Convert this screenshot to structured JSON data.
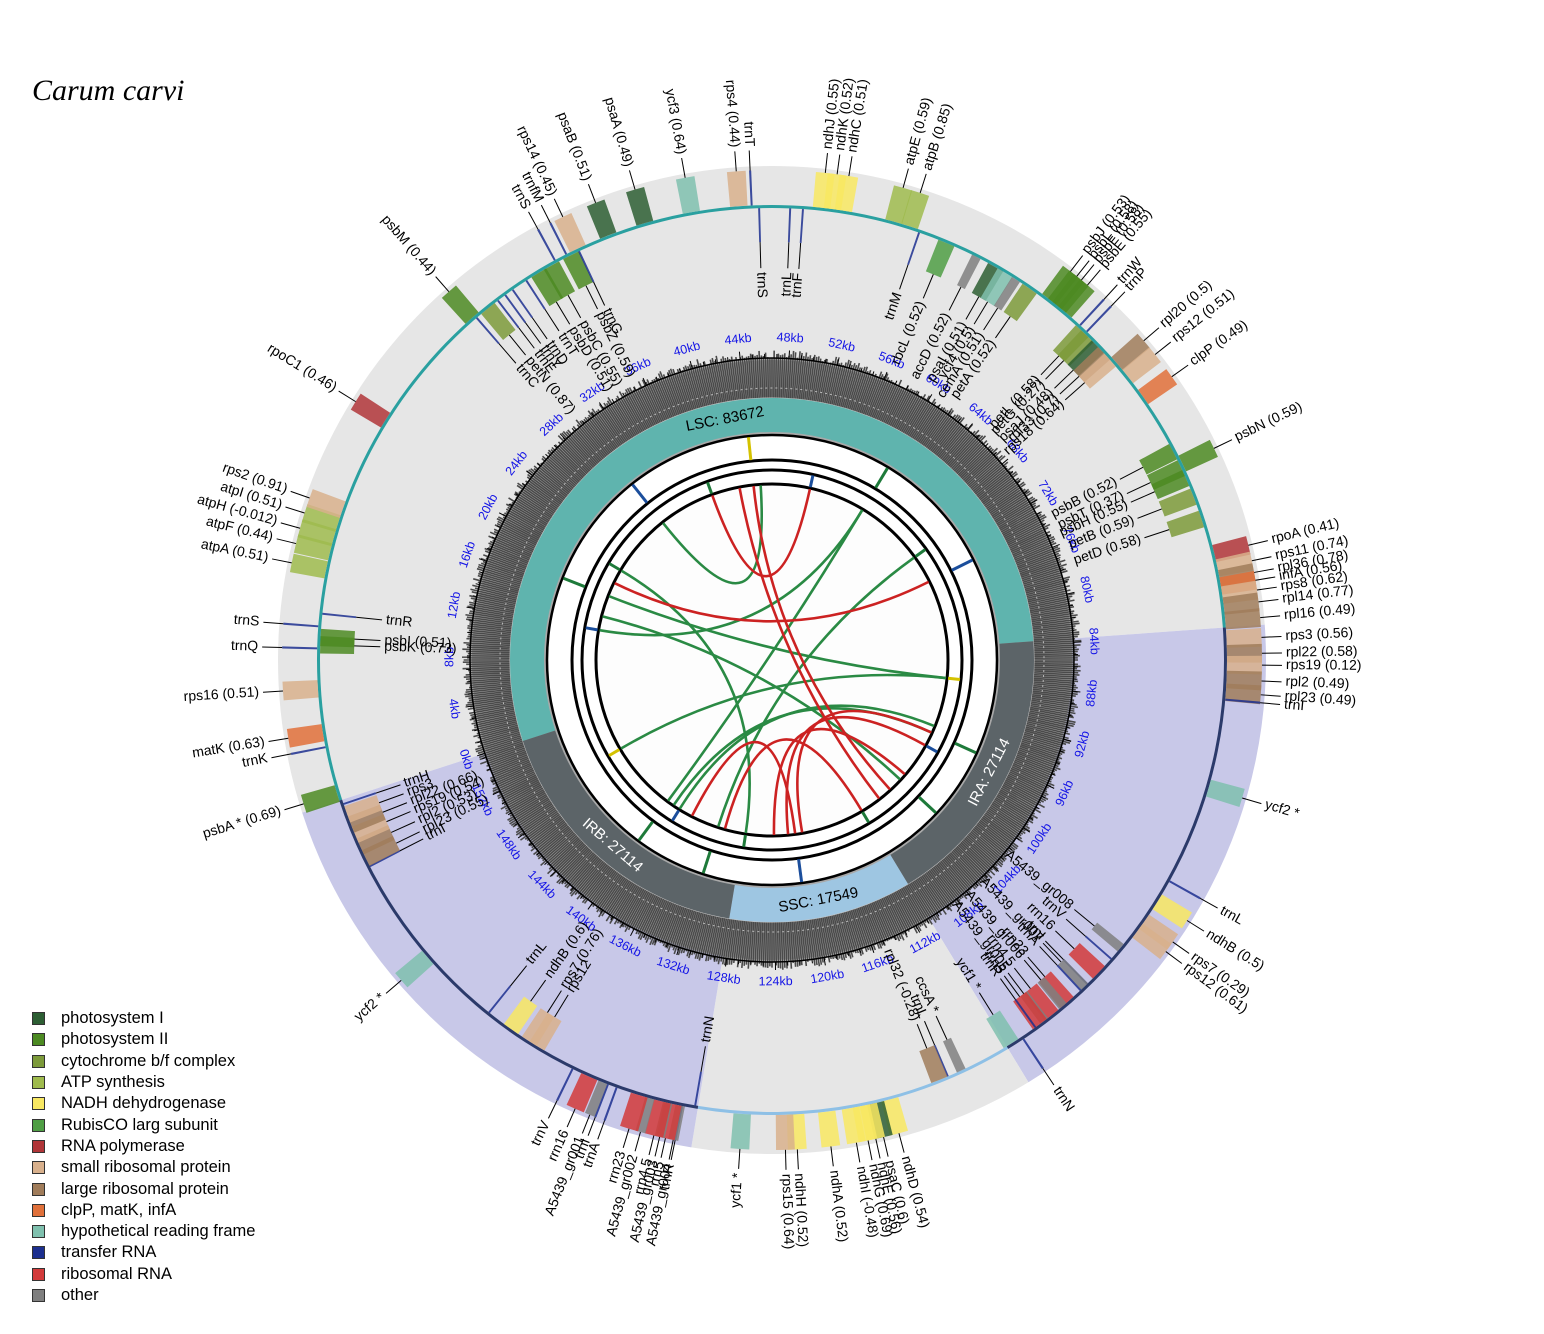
{
  "title": "Carum carvi",
  "genome": {
    "length": 155349,
    "regions": [
      {
        "name": "LSC",
        "label": "LSC: 83672",
        "start": 0,
        "end": 83672
      },
      {
        "name": "IRA",
        "label": "IRA: 27114",
        "start": 83672,
        "end": 110786
      },
      {
        "name": "SSC",
        "label": "SSC: 17549",
        "start": 110786,
        "end": 128335
      },
      {
        "name": "IRB",
        "label": "IRB: 27114",
        "start": 128335,
        "end": 155349
      }
    ]
  },
  "ticks": [
    "0kb",
    "4kb",
    "8kb",
    "12kb",
    "16kb",
    "20kb",
    "24kb",
    "28kb",
    "32kb",
    "36kb",
    "40kb",
    "44kb",
    "48kb",
    "52kb",
    "56kb",
    "60kb",
    "64kb",
    "68kb",
    "72kb",
    "76kb",
    "80kb",
    "84kb",
    "88kb",
    "92kb",
    "96kb",
    "100kb",
    "104kb",
    "108kb",
    "112kb",
    "116kb",
    "120kb",
    "124kb",
    "128kb",
    "132kb",
    "136kb",
    "140kb",
    "144kb",
    "148kb",
    "152kb"
  ],
  "colors": {
    "photosystem I": "#2d5e33",
    "photosystem II": "#4c8a22",
    "cytochrome b/f complex": "#7c9a3a",
    "ATP synthesis": "#9fbb4d",
    "NADH dehydrogenase": "#f8e862",
    "RubisCO larg subunit": "#4f9e44",
    "RNA polymerase": "#b03538",
    "small ribosomal protein": "#d8b08c",
    "large ribosomal protein": "#a07c5a",
    "clpP, matK, infA": "#e0703a",
    "hypothetical reading frame": "#7fc0ae",
    "transfer RNA": "#1c2f8f",
    "ribosomal RNA": "#d23a3a",
    "other": "#7f7f7f"
  },
  "legend": [
    "photosystem I",
    "photosystem II",
    "cytochrome b/f complex",
    "ATP synthesis",
    "NADH dehydrogenase",
    "RubisCO larg subunit",
    "RNA polymerase",
    "small ribosomal protein",
    "large ribosomal protein",
    "clpP, matK, infA",
    "hypothetical reading frame",
    "transfer RNA",
    "ribosomal RNA",
    "other"
  ],
  "genes": [
    {
      "label": "trnH",
      "pos": 155100,
      "ring": "out",
      "cat": "transfer RNA"
    },
    {
      "label": "psbA * (0.69)",
      "pos": 400,
      "ring": "in",
      "cat": "photosystem II"
    },
    {
      "label": "trnK",
      "pos": 3000,
      "ring": "in",
      "cat": "transfer RNA"
    },
    {
      "label": "matK (0.63)",
      "pos": 3800,
      "ring": "in",
      "cat": "clpP, matK, infA"
    },
    {
      "label": "rps16 (0.51)",
      "pos": 6200,
      "ring": "in",
      "cat": "small ribosomal protein"
    },
    {
      "label": "trnQ",
      "pos": 8400,
      "ring": "in",
      "cat": "transfer RNA"
    },
    {
      "label": "trnS",
      "pos": 9600,
      "ring": "in",
      "cat": "transfer RNA"
    },
    {
      "label": "psbI (0.51)",
      "pos": 9000,
      "ring": "out",
      "cat": "photosystem II"
    },
    {
      "label": "psbK (0.73)",
      "pos": 8600,
      "ring": "out",
      "cat": "photosystem II"
    },
    {
      "label": "trnR",
      "pos": 10300,
      "ring": "out",
      "cat": "transfer RNA"
    },
    {
      "label": "atpA (0.51)",
      "pos": 12700,
      "ring": "in",
      "cat": "ATP synthesis"
    },
    {
      "label": "atpF (0.44)",
      "pos": 13700,
      "ring": "in",
      "cat": "ATP synthesis"
    },
    {
      "label": "atpH (-0.012)",
      "pos": 14500,
      "ring": "in",
      "cat": "ATP synthesis"
    },
    {
      "label": "atpI (0.51)",
      "pos": 15300,
      "ring": "in",
      "cat": "ATP synthesis"
    },
    {
      "label": "rps2 (0.91)",
      "pos": 16100,
      "ring": "in",
      "cat": "small ribosomal protein"
    },
    {
      "label": "rpoC1 (0.46)",
      "pos": 21500,
      "ring": "in",
      "cat": "RNA polymerase"
    },
    {
      "label": "psbM (0.44)",
      "pos": 28800,
      "ring": "in",
      "cat": "photosystem II"
    },
    {
      "label": "trnC",
      "pos": 29000,
      "ring": "out",
      "cat": "transfer RNA"
    },
    {
      "label": "petN (0.87)",
      "pos": 29800,
      "ring": "out",
      "cat": "cytochrome b/f complex"
    },
    {
      "label": "trnE",
      "pos": 30500,
      "ring": "out",
      "cat": "transfer RNA"
    },
    {
      "label": "trnY",
      "pos": 31000,
      "ring": "out",
      "cat": "transfer RNA"
    },
    {
      "label": "trnD",
      "pos": 31500,
      "ring": "out",
      "cat": "transfer RNA"
    },
    {
      "label": "trnT",
      "pos": 32400,
      "ring": "out",
      "cat": "transfer RNA"
    },
    {
      "label": "psbD (0.51)",
      "pos": 33200,
      "ring": "out",
      "cat": "photosystem II"
    },
    {
      "label": "psbC (0.55)",
      "pos": 34000,
      "ring": "out",
      "cat": "photosystem II"
    },
    {
      "label": "psbZ (0.59)",
      "pos": 35200,
      "ring": "out",
      "cat": "photosystem II"
    },
    {
      "label": "trnG",
      "pos": 35700,
      "ring": "out",
      "cat": "transfer RNA"
    },
    {
      "label": "trnS",
      "pos": 34300,
      "ring": "in",
      "cat": "transfer RNA"
    },
    {
      "label": "trnfM",
      "pos": 35000,
      "ring": "in",
      "cat": "transfer RNA"
    },
    {
      "label": "rps14 (0.45)",
      "pos": 35700,
      "ring": "in",
      "cat": "small ribosomal protein"
    },
    {
      "label": "psaB (0.51)",
      "pos": 37500,
      "ring": "in",
      "cat": "photosystem I"
    },
    {
      "label": "psaA (0.49)",
      "pos": 39600,
      "ring": "in",
      "cat": "photosystem I"
    },
    {
      "label": "ycf3 (0.64)",
      "pos": 42200,
      "ring": "in",
      "cat": "hypothetical reading frame"
    },
    {
      "label": "rps4 (0.44)",
      "pos": 44800,
      "ring": "in",
      "cat": "small ribosomal protein"
    },
    {
      "label": "trnT",
      "pos": 45500,
      "ring": "in",
      "cat": "transfer RNA"
    },
    {
      "label": "trnS",
      "pos": 45900,
      "ring": "out",
      "cat": "transfer RNA"
    },
    {
      "label": "trnL",
      "pos": 47600,
      "ring": "out",
      "cat": "transfer RNA"
    },
    {
      "label": "trnF",
      "pos": 48300,
      "ring": "out",
      "cat": "transfer RNA"
    },
    {
      "label": "ndhJ (0.55)",
      "pos": 49300,
      "ring": "in",
      "cat": "NADH dehydrogenase"
    },
    {
      "label": "ndhK (0.52)",
      "pos": 49900,
      "ring": "in",
      "cat": "NADH dehydrogenase"
    },
    {
      "label": "ndhC (0.51)",
      "pos": 50500,
      "ring": "in",
      "cat": "NADH dehydrogenase"
    },
    {
      "label": "atpE (0.59)",
      "pos": 53300,
      "ring": "in",
      "cat": "ATP synthesis"
    },
    {
      "label": "atpB (0.85)",
      "pos": 54200,
      "ring": "in",
      "cat": "ATP synthesis"
    },
    {
      "label": "trnM",
      "pos": 54800,
      "ring": "out",
      "cat": "transfer RNA"
    },
    {
      "label": "rbcL (0.52)",
      "pos": 56400,
      "ring": "out",
      "cat": "RubisCO larg subunit"
    },
    {
      "label": "accD (0.52)",
      "pos": 58200,
      "ring": "out",
      "cat": "other"
    },
    {
      "label": "psaI (0.51)",
      "pos": 59400,
      "ring": "out",
      "cat": "photosystem I"
    },
    {
      "label": "ycf4 (0.5)",
      "pos": 60000,
      "ring": "out",
      "cat": "hypothetical reading frame"
    },
    {
      "label": "cemA (0.51)",
      "pos": 60700,
      "ring": "out",
      "cat": "other"
    },
    {
      "label": "petA (0.52)",
      "pos": 61600,
      "ring": "out",
      "cat": "cytochrome b/f complex"
    },
    {
      "label": "psbJ (0.53)",
      "pos": 62800,
      "ring": "in",
      "cat": "photosystem II"
    },
    {
      "label": "psbL (0.58)",
      "pos": 63200,
      "ring": "in",
      "cat": "photosystem II"
    },
    {
      "label": "psbF (0.58)",
      "pos": 63500,
      "ring": "in",
      "cat": "photosystem II"
    },
    {
      "label": "psbE (0.55)",
      "pos": 63900,
      "ring": "in",
      "cat": "photosystem II"
    },
    {
      "label": "trnW",
      "pos": 65000,
      "ring": "in",
      "cat": "transfer RNA"
    },
    {
      "label": "trnP",
      "pos": 65500,
      "ring": "in",
      "cat": "transfer RNA"
    },
    {
      "label": "petL (0.58)",
      "pos": 65300,
      "ring": "out",
      "cat": "cytochrome b/f complex"
    },
    {
      "label": "petG (0.27)",
      "pos": 65700,
      "ring": "out",
      "cat": "cytochrome b/f complex"
    },
    {
      "label": "psaJ (0.48)",
      "pos": 66500,
      "ring": "out",
      "cat": "photosystem I"
    },
    {
      "label": "rpl33 (0.7)",
      "pos": 67000,
      "ring": "out",
      "cat": "large ribosomal protein"
    },
    {
      "label": "rps18 (0.64)",
      "pos": 67500,
      "ring": "out",
      "cat": "small ribosomal protein"
    },
    {
      "label": "rpl20 (0.5)",
      "pos": 67900,
      "ring": "in",
      "cat": "large ribosomal protein"
    },
    {
      "label": "rps12 (0.51)",
      "pos": 68800,
      "ring": "in",
      "cat": "small ribosomal protein"
    },
    {
      "label": "clpP (0.49)",
      "pos": 70200,
      "ring": "in",
      "cat": "clpP, matK, infA"
    },
    {
      "label": "psbB (0.52)",
      "pos": 73600,
      "ring": "out",
      "cat": "photosystem II"
    },
    {
      "label": "psbT (0.37)",
      "pos": 74600,
      "ring": "out",
      "cat": "photosystem II"
    },
    {
      "label": "psbN (0.59)",
      "pos": 74400,
      "ring": "in",
      "cat": "photosystem II"
    },
    {
      "label": "psbH (0.55)",
      "pos": 75200,
      "ring": "out",
      "cat": "photosystem II"
    },
    {
      "label": "petB (0.59)",
      "pos": 76300,
      "ring": "out",
      "cat": "cytochrome b/f complex"
    },
    {
      "label": "petD (0.58)",
      "pos": 77600,
      "ring": "out",
      "cat": "cytochrome b/f complex"
    },
    {
      "label": "rpoA (0.41)",
      "pos": 79600,
      "ring": "in",
      "cat": "RNA polymerase"
    },
    {
      "label": "rps11 (0.74)",
      "pos": 80400,
      "ring": "in",
      "cat": "small ribosomal protein"
    },
    {
      "label": "rpl36 (0.78)",
      "pos": 81000,
      "ring": "in",
      "cat": "large ribosomal protein"
    },
    {
      "label": "infA (0.56)",
      "pos": 81400,
      "ring": "in",
      "cat": "clpP, matK, infA"
    },
    {
      "label": "rps8 (0.62)",
      "pos": 81900,
      "ring": "in",
      "cat": "small ribosomal protein"
    },
    {
      "label": "rpl14 (0.77)",
      "pos": 82500,
      "ring": "in",
      "cat": "large ribosomal protein"
    },
    {
      "label": "rpl16 (0.49)",
      "pos": 83300,
      "ring": "in",
      "cat": "large ribosomal protein"
    },
    {
      "label": "rps3 (0.56)",
      "pos": 84300,
      "ring": "in",
      "cat": "small ribosomal protein"
    },
    {
      "label": "rpl22 (0.58)",
      "pos": 85100,
      "ring": "in",
      "cat": "large ribosomal protein"
    },
    {
      "label": "rps19 (0.12)",
      "pos": 85700,
      "ring": "in",
      "cat": "small ribosomal protein"
    },
    {
      "label": "rpl2 (0.49)",
      "pos": 86500,
      "ring": "in",
      "cat": "large ribosomal protein"
    },
    {
      "label": "rpl23 (0.49)",
      "pos": 87200,
      "ring": "in",
      "cat": "large ribosomal protein"
    },
    {
      "label": "trnI",
      "pos": 87600,
      "ring": "in",
      "cat": "transfer RNA"
    },
    {
      "label": "ycf2 *",
      "pos": 92500,
      "ring": "in",
      "cat": "hypothetical reading frame"
    },
    {
      "label": "trnL",
      "pos": 98000,
      "ring": "in",
      "cat": "transfer RNA"
    },
    {
      "label": "ndhB (0.5)",
      "pos": 99300,
      "ring": "in",
      "cat": "NADH dehydrogenase"
    },
    {
      "label": "rps7 (0.29)",
      "pos": 100600,
      "ring": "in",
      "cat": "small ribosomal protein"
    },
    {
      "label": "rps12 (0.61)",
      "pos": 101200,
      "ring": "in",
      "cat": "small ribosomal protein"
    },
    {
      "label": "trnV",
      "pos": 103300,
      "ring": "out",
      "cat": "transfer RNA"
    },
    {
      "label": "A5439_gr008",
      "pos": 102500,
      "ring": "out",
      "cat": "other"
    },
    {
      "label": "rrn16",
      "pos": 104300,
      "ring": "out",
      "cat": "ribosomal RNA"
    },
    {
      "label": "trnI",
      "pos": 105200,
      "ring": "out",
      "cat": "transfer RNA"
    },
    {
      "label": "A5439_gr007",
      "pos": 105400,
      "ring": "out",
      "cat": "other"
    },
    {
      "label": "trnA",
      "pos": 105700,
      "ring": "out",
      "cat": "transfer RNA"
    },
    {
      "label": "rrn23",
      "pos": 106700,
      "ring": "out",
      "cat": "ribosomal RNA"
    },
    {
      "label": "A5439_gr006",
      "pos": 107000,
      "ring": "out",
      "cat": "other"
    },
    {
      "label": "rrn4.5",
      "pos": 107800,
      "ring": "out",
      "cat": "ribosomal RNA"
    },
    {
      "label": "A5439_gr005",
      "pos": 108300,
      "ring": "out",
      "cat": "other"
    },
    {
      "label": "rrn5",
      "pos": 108600,
      "ring": "out",
      "cat": "ribosomal RNA"
    },
    {
      "label": "trnR",
      "pos": 108900,
      "ring": "out",
      "cat": "transfer RNA"
    },
    {
      "label": "trnN",
      "pos": 109800,
      "ring": "in",
      "cat": "transfer RNA"
    },
    {
      "label": "ycf1 *",
      "pos": 110500,
      "ring": "out",
      "cat": "hypothetical reading frame"
    },
    {
      "label": "ccsA *",
      "pos": 113600,
      "ring": "out",
      "cat": "other"
    },
    {
      "label": "trnL",
      "pos": 114400,
      "ring": "out",
      "cat": "transfer RNA"
    },
    {
      "label": "rpl32 (-0.28)",
      "pos": 114900,
      "ring": "out",
      "cat": "large ribosomal protein"
    },
    {
      "label": "ndhD (0.54)",
      "pos": 117800,
      "ring": "in",
      "cat": "NADH dehydrogenase"
    },
    {
      "label": "psaC (0.6)",
      "pos": 118600,
      "ring": "in",
      "cat": "photosystem I"
    },
    {
      "label": "ndhE (0.56)",
      "pos": 119000,
      "ring": "in",
      "cat": "NADH dehydrogenase"
    },
    {
      "label": "ndhG (0.69)",
      "pos": 119400,
      "ring": "in",
      "cat": "NADH dehydrogenase"
    },
    {
      "label": "ndhI (-0.48)",
      "pos": 120000,
      "ring": "in",
      "cat": "NADH dehydrogenase"
    },
    {
      "label": "ndhA (0.52)",
      "pos": 121300,
      "ring": "in",
      "cat": "NADH dehydrogenase"
    },
    {
      "label": "ndhH (0.52)",
      "pos": 123000,
      "ring": "in",
      "cat": "NADH dehydrogenase"
    },
    {
      "label": "rps15 (0.64)",
      "pos": 123600,
      "ring": "in",
      "cat": "small ribosomal protein"
    },
    {
      "label": "ycf1 *",
      "pos": 125900,
      "ring": "in",
      "cat": "hypothetical reading frame"
    },
    {
      "label": "trnN",
      "pos": 128500,
      "ring": "out",
      "cat": "transfer RNA"
    },
    {
      "label": "trnR",
      "pos": 129200,
      "ring": "in",
      "cat": "transfer RNA"
    },
    {
      "label": "A5439_gr004",
      "pos": 129300,
      "ring": "in",
      "cat": "other"
    },
    {
      "label": "rrn5",
      "pos": 129700,
      "ring": "in",
      "cat": "ribosomal RNA"
    },
    {
      "label": "A5439_gr003",
      "pos": 130000,
      "ring": "in",
      "cat": "other"
    },
    {
      "label": "rrn4.5",
      "pos": 130300,
      "ring": "in",
      "cat": "ribosomal RNA"
    },
    {
      "label": "A5439_gr002",
      "pos": 131000,
      "ring": "in",
      "cat": "other"
    },
    {
      "label": "rrn23",
      "pos": 131600,
      "ring": "in",
      "cat": "ribosomal RNA"
    },
    {
      "label": "trnA",
      "pos": 132900,
      "ring": "in",
      "cat": "transfer RNA"
    },
    {
      "label": "trnI",
      "pos": 133400,
      "ring": "in",
      "cat": "transfer RNA"
    },
    {
      "label": "A5439_gr001",
      "pos": 133700,
      "ring": "in",
      "cat": "other"
    },
    {
      "label": "rrn16",
      "pos": 134500,
      "ring": "in",
      "cat": "ribosomal RNA"
    },
    {
      "label": "trnV",
      "pos": 135500,
      "ring": "in",
      "cat": "transfer RNA"
    },
    {
      "label": "rps12",
      "pos": 137800,
      "ring": "out",
      "cat": "small ribosomal protein"
    },
    {
      "label": "rps7 (0.76)",
      "pos": 138300,
      "ring": "out",
      "cat": "small ribosomal protein"
    },
    {
      "label": "ndhB (0.6)",
      "pos": 139500,
      "ring": "out",
      "cat": "NADH dehydrogenase"
    },
    {
      "label": "trnL",
      "pos": 141000,
      "ring": "out",
      "cat": "transfer RNA"
    },
    {
      "label": "ycf2 *",
      "pos": 145500,
      "ring": "in",
      "cat": "hypothetical reading frame"
    },
    {
      "label": "trnI",
      "pos": 151400,
      "ring": "out",
      "cat": "transfer RNA"
    },
    {
      "label": "rpl23 (0.55)",
      "pos": 151900,
      "ring": "out",
      "cat": "large ribosomal protein"
    },
    {
      "label": "rpl2 (0.53)",
      "pos": 152600,
      "ring": "out",
      "cat": "large ribosomal protein"
    },
    {
      "label": "rps19 (0.54)",
      "pos": 153300,
      "ring": "out",
      "cat": "small ribosomal protein"
    },
    {
      "label": "rpl22 (0.66)",
      "pos": 153900,
      "ring": "out",
      "cat": "large ribosomal protein"
    },
    {
      "label": "rps3",
      "pos": 154500,
      "ring": "out",
      "cat": "small ribosomal protein"
    }
  ],
  "repeats": {
    "green": [
      [
        12000,
        60000
      ],
      [
        17000,
        88000
      ],
      [
        21000,
        128000
      ],
      [
        14000,
        104000
      ],
      [
        30000,
        45000
      ],
      [
        95000,
        138000
      ],
      [
        96000,
        139000
      ],
      [
        88000,
        150000
      ],
      [
        60000,
        140000
      ],
      [
        70000,
        132000
      ]
    ],
    "red": [
      [
        38000,
        52000
      ],
      [
        19000,
        74000
      ],
      [
        44000,
        106000
      ],
      [
        96000,
        120000
      ],
      [
        98000,
        122000
      ],
      [
        103000,
        124000
      ],
      [
        121000,
        136000
      ],
      [
        111000,
        131000
      ],
      [
        42000,
        108000
      ]
    ]
  }
}
